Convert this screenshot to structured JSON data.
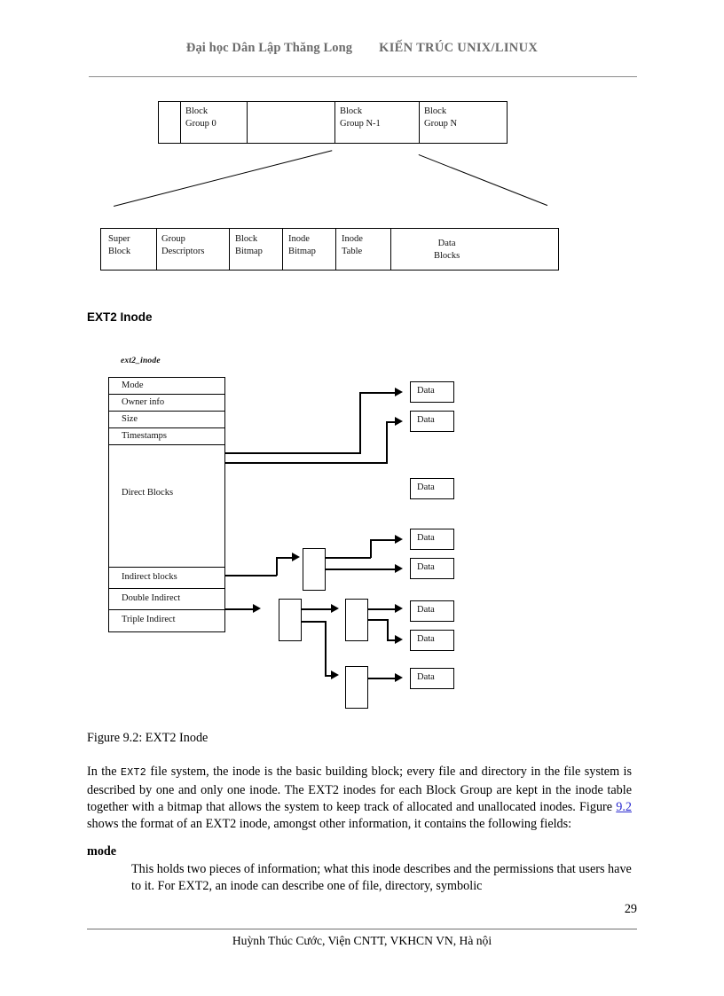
{
  "header": {
    "left": "Đại học Dân Lập Thăng Long",
    "right": "KIẾN TRÚC UNIX/LINUX"
  },
  "block_group_diagram": {
    "top_row": [
      {
        "label": ""
      },
      {
        "label": "Block\nGroup 0"
      },
      {
        "label": ""
      },
      {
        "label": "Block\nGroup N-1"
      },
      {
        "label": "Block\nGroup N"
      }
    ],
    "bottom_row": [
      {
        "label": "Super\nBlock"
      },
      {
        "label": "Group\nDescriptors"
      },
      {
        "label": "Block\nBitmap"
      },
      {
        "label": "Inode\nBitmap"
      },
      {
        "label": "Inode\nTable"
      },
      {
        "label": "Data\nBlocks"
      }
    ]
  },
  "section": {
    "heading": "EXT2 Inode"
  },
  "inode_diagram": {
    "caption": "ext2_inode",
    "rows": [
      {
        "label": "Mode"
      },
      {
        "label": "Owner info"
      },
      {
        "label": "Size"
      },
      {
        "label": "Timestamps"
      },
      {
        "label": "Direct Blocks"
      },
      {
        "label": "Indirect blocks"
      },
      {
        "label": "Double Indirect"
      },
      {
        "label": "Triple Indirect"
      }
    ],
    "data_block_label": "Data",
    "data_blocks": [
      {
        "label": "Data"
      },
      {
        "label": "Data"
      },
      {
        "label": "Data"
      },
      {
        "label": "Data"
      },
      {
        "label": "Data"
      },
      {
        "label": "Data"
      },
      {
        "label": "Data"
      },
      {
        "label": "Data"
      }
    ]
  },
  "figure": {
    "caption": "Figure 9.2: EXT2 Inode"
  },
  "body": {
    "para1_a": "In the ",
    "para1_mono": "EXT2",
    "para1_b": " file system, the inode is the basic building block; every file and directory in the file system is described by one and only one inode. The EXT2 inodes for each Block Group are kept in the inode table together with a bitmap that allows the system to keep track of allocated and unallocated inodes. Figure ",
    "para1_link": "9.2",
    "para1_c": " shows the format of an EXT2 inode, amongst other information, it contains the following fields:",
    "term": "mode",
    "term_definition": "This holds two pieces of information; what this inode describes and the permissions that users have to it. For EXT2, an inode can describe one of file, directory, symbolic"
  },
  "footer": {
    "page_number": "29",
    "text": "Huỳnh Thúc Cước,  Viện CNTT, VKHCN VN, Hà nội"
  }
}
